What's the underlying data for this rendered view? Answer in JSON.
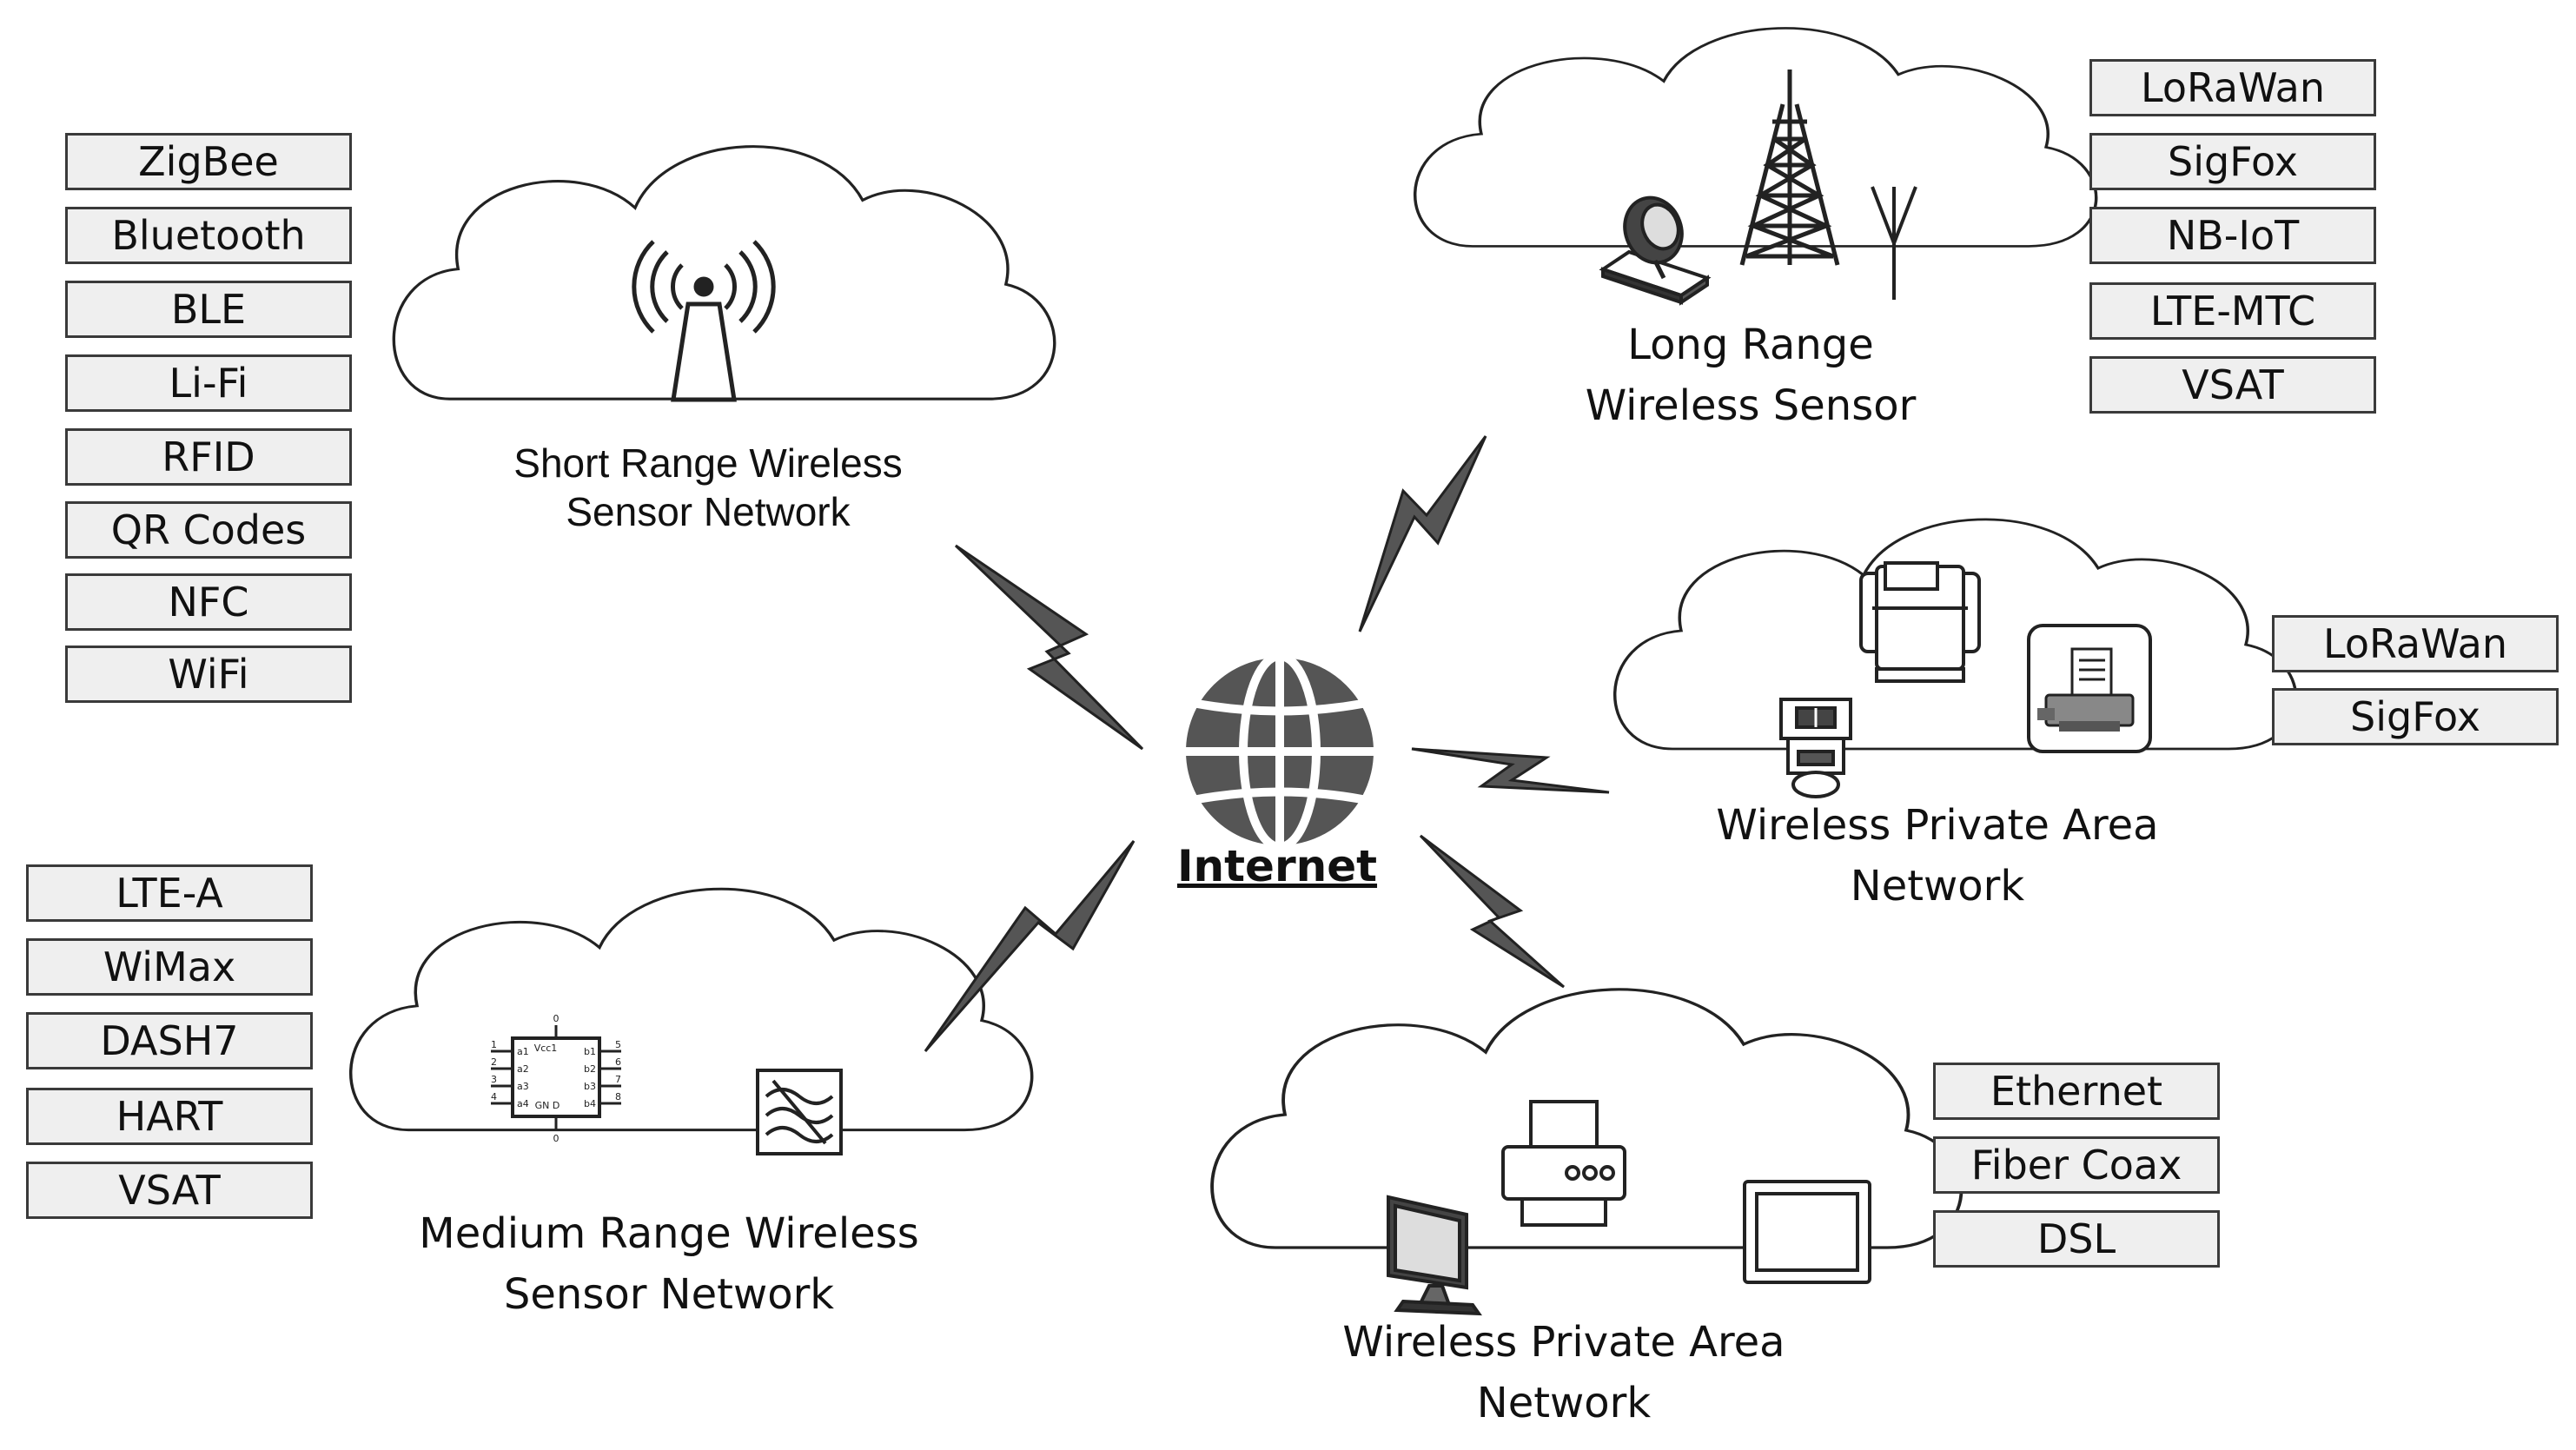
{
  "center": {
    "label": "Internet"
  },
  "clouds": {
    "short_range": {
      "line1": "Short Range Wireless",
      "line2": "Sensor Network",
      "tags": [
        "ZigBee",
        "Bluetooth",
        "BLE",
        "Li-Fi",
        "RFID",
        "QR Codes",
        "NFC",
        "WiFi"
      ]
    },
    "long_range": {
      "line1": "Long Range",
      "line2": "Wireless Sensor",
      "tags": [
        "LoRaWan",
        "SigFox",
        "NB-IoT",
        "LTE-MTC",
        "VSAT"
      ]
    },
    "wpan_upper": {
      "line1": "Wireless Private Area",
      "line2": "Network",
      "tags": [
        "LoRaWan",
        "SigFox"
      ]
    },
    "medium_range": {
      "line1": "Medium Range Wireless",
      "line2": "Sensor Network",
      "tags": [
        "LTE-A",
        "WiMax",
        "DASH7",
        "HART",
        "VSAT"
      ]
    },
    "wpan_lower": {
      "line1": "Wireless Private Area",
      "line2": "Network",
      "tags": [
        "Ethernet",
        "Fiber Coax",
        "DSL"
      ]
    }
  },
  "chip": {
    "top": "0",
    "vcc": "Vcc1",
    "gnd": "GN D",
    "bottom": "0",
    "left": [
      "a1",
      "a2",
      "a3",
      "a4"
    ],
    "right": [
      "b1",
      "b2",
      "b3",
      "b4"
    ],
    "rnums": [
      "5",
      "6",
      "7",
      "8"
    ],
    "lnums": [
      "1",
      "2",
      "3",
      "4"
    ]
  },
  "icons": {
    "short_range": [
      "antenna-tower-icon"
    ],
    "long_range": [
      "satellite-dish-icon",
      "lattice-tower-icon",
      "antenna-icon"
    ],
    "wpan_upper": [
      "scanner-icon",
      "fax-machine-icon",
      "card-reader-icon"
    ],
    "medium_range": [
      "ic-chip-icon",
      "filter-icon"
    ],
    "wpan_lower": [
      "printer-icon",
      "monitor-icon",
      "tablet-icon"
    ],
    "center": [
      "globe-icon"
    ]
  }
}
